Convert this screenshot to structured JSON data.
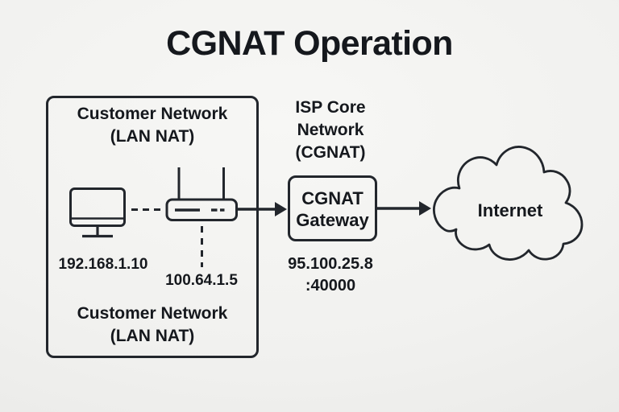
{
  "title": "CGNAT Operation",
  "colors": {
    "background": "#f1f1ef",
    "line": "#22262c",
    "text": "#15181d"
  },
  "customer_box": {
    "top_label": {
      "line1": "Customer Network",
      "line2": "(LAN NAT)"
    },
    "bottom_label": {
      "line1": "Customer Network",
      "line2": "(LAN NAT)"
    },
    "computer_ip": "192.168.1.10",
    "router_ip": "100.64.1.5"
  },
  "isp": {
    "core_label": {
      "line1": "ISP Core",
      "line2": "Network",
      "line3": "(CGNAT)"
    },
    "gateway_label": {
      "line1": "CGNAT",
      "line2": "Gateway"
    },
    "public_ip": "95.100.25.8",
    "public_port": ":40000"
  },
  "internet": {
    "label": "Internet"
  },
  "icons": {
    "computer": "desktop-monitor-icon",
    "router": "router-icon",
    "internet": "cloud-icon"
  }
}
